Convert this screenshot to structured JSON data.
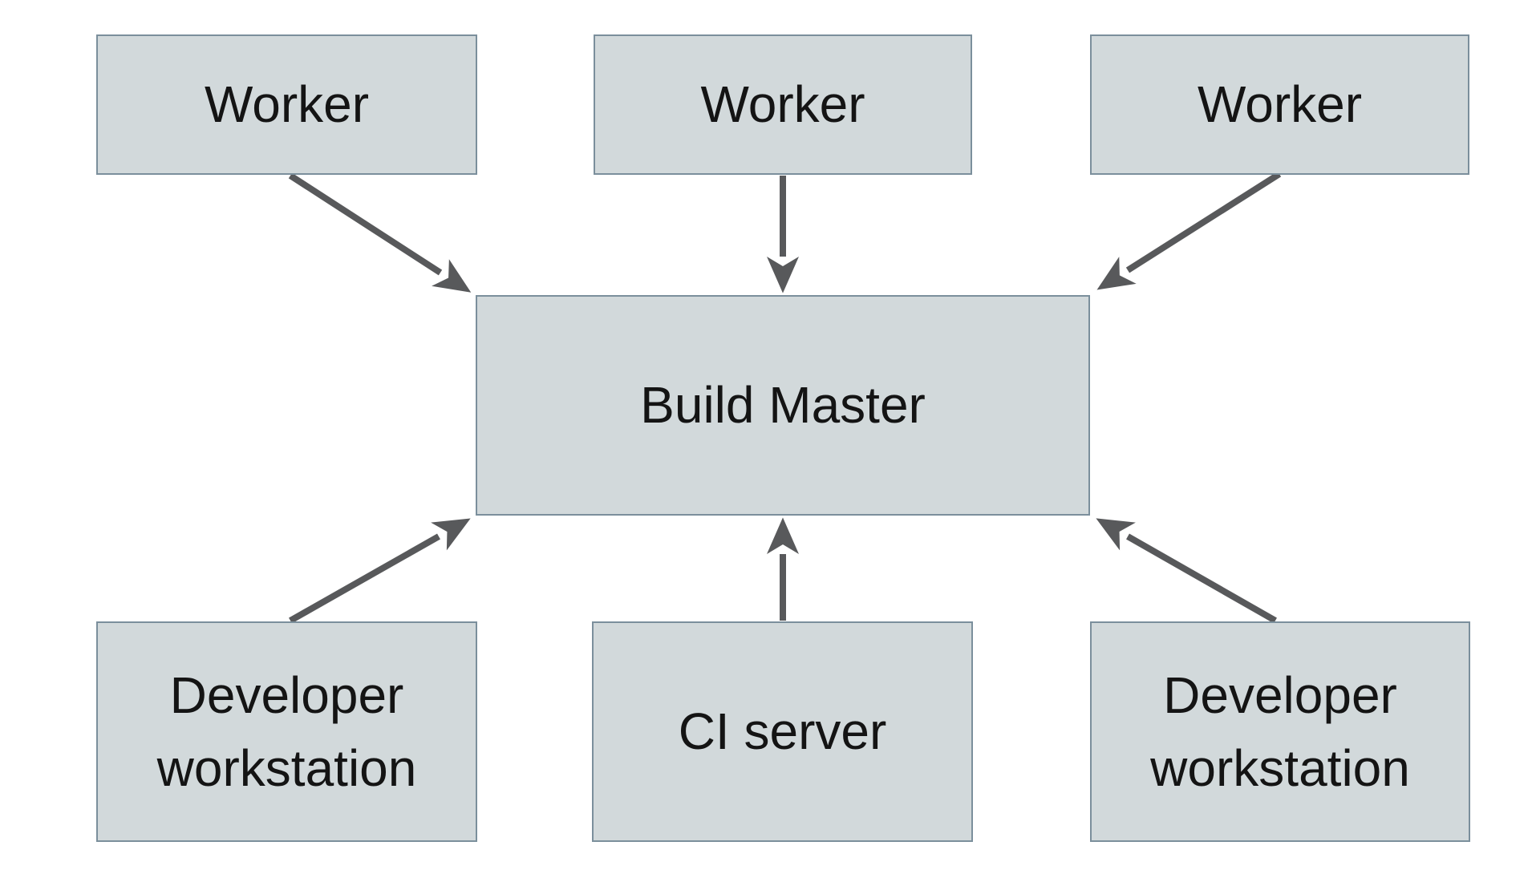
{
  "diagram": {
    "type": "architecture-diagram",
    "nodes": {
      "worker1": {
        "label": "Worker"
      },
      "worker2": {
        "label": "Worker"
      },
      "worker3": {
        "label": "Worker"
      },
      "build_master": {
        "label": "Build Master"
      },
      "dev_workstation1": {
        "label": "Developer workstation"
      },
      "ci_server": {
        "label": "CI server"
      },
      "dev_workstation2": {
        "label": "Developer workstation"
      }
    },
    "edges": [
      {
        "from": "worker1",
        "to": "build_master"
      },
      {
        "from": "worker2",
        "to": "build_master"
      },
      {
        "from": "worker3",
        "to": "build_master"
      },
      {
        "from": "dev_workstation1",
        "to": "build_master"
      },
      {
        "from": "ci_server",
        "to": "build_master"
      },
      {
        "from": "dev_workstation2",
        "to": "build_master"
      }
    ],
    "colors": {
      "node_fill": "#d2d9db",
      "node_border": "#7b8f9c",
      "arrow": "#58595b",
      "text": "#141414",
      "background": "#ffffff"
    }
  }
}
